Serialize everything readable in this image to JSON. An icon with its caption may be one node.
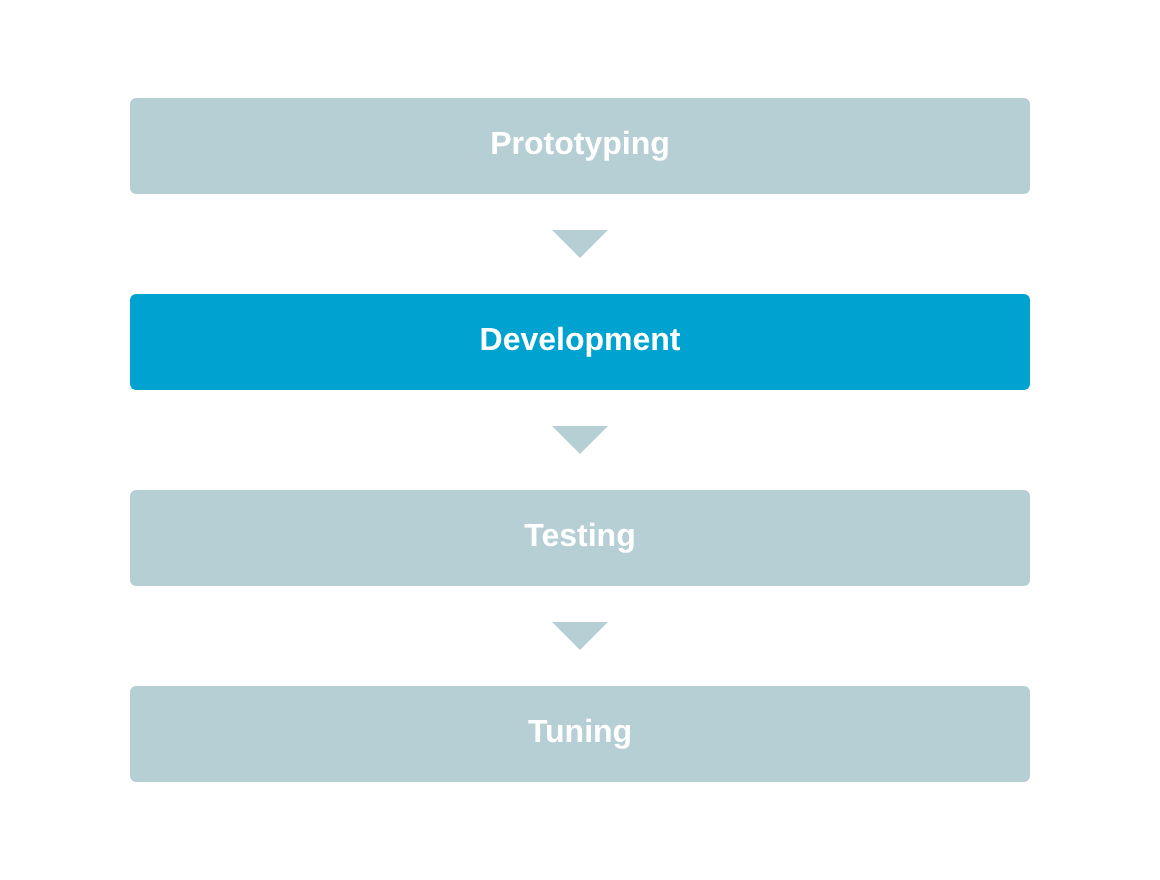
{
  "diagram": {
    "nodes": [
      {
        "text": [
          "Prototyping"
        ]
      },
      {
        "text": [
          "Development"
        ]
      },
      {
        "text": [
          "Testing"
        ]
      },
      {
        "text": [
          "Tuning"
        ]
      }
    ],
    "edges": [
      {
        "from": 0,
        "to": 1,
        "arrow": "to"
      },
      {
        "from": 1,
        "to": 2,
        "arrow": "to"
      },
      {
        "from": 2,
        "to": 3,
        "arrow": "to"
      }
    ]
  }
}
